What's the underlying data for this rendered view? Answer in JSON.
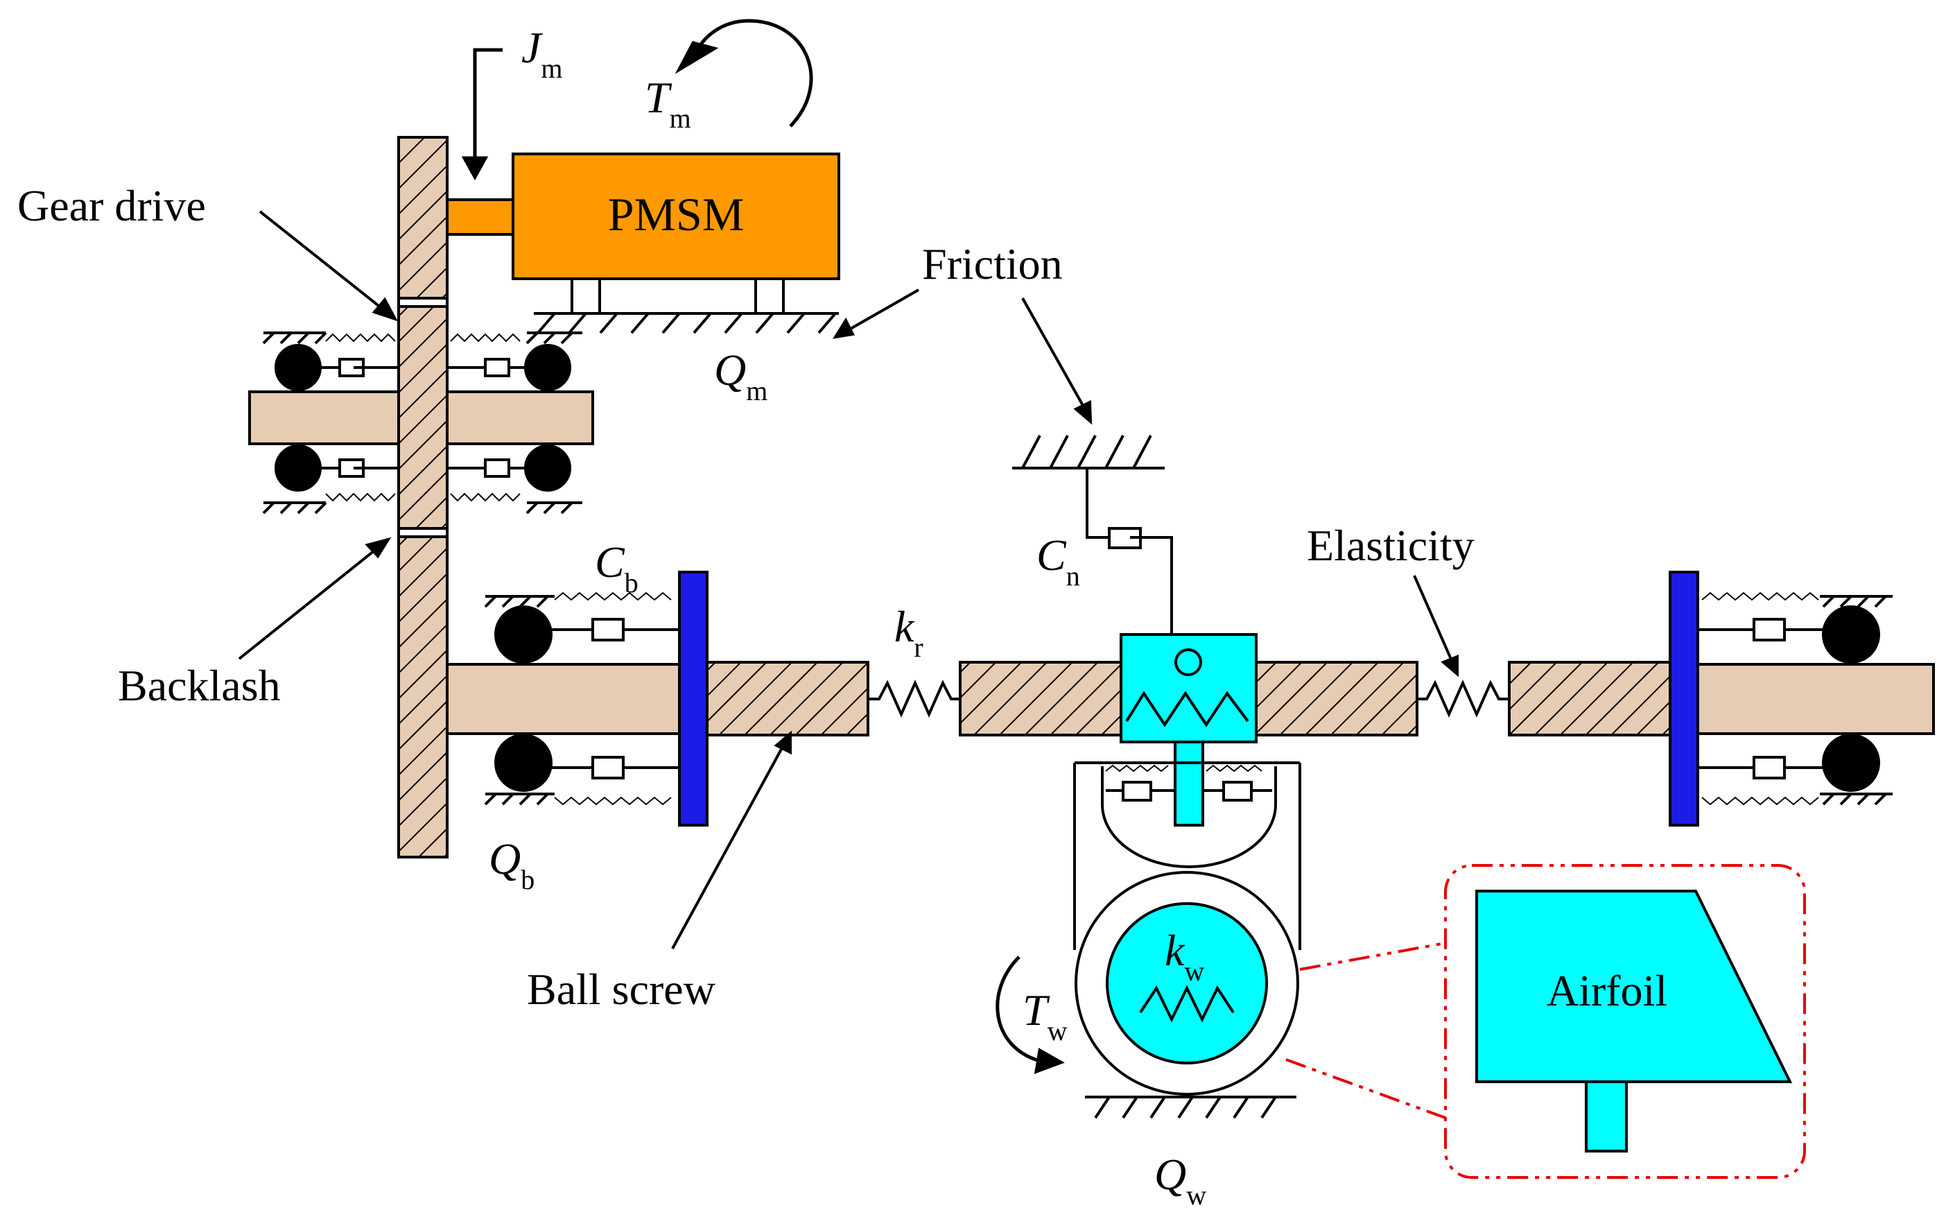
{
  "labels": {
    "gear_drive": "Gear drive",
    "backlash": "Backlash",
    "friction": "Friction",
    "elasticity": "Elasticity",
    "ball_screw": "Ball screw",
    "pmsm": "PMSM",
    "airfoil": "Airfoil"
  },
  "symbols": {
    "jm": {
      "main": "J",
      "sub": "m"
    },
    "tm": {
      "main": "T",
      "sub": "m"
    },
    "qm": {
      "main": "Q",
      "sub": "m"
    },
    "cb": {
      "main": "C",
      "sub": "b"
    },
    "qb": {
      "main": "Q",
      "sub": "b"
    },
    "kr": {
      "main": "k",
      "sub": "r"
    },
    "cn": {
      "main": "C",
      "sub": "n"
    },
    "kw": {
      "main": "k",
      "sub": "w"
    },
    "tw": {
      "main": "T",
      "sub": "w"
    },
    "qw": {
      "main": "Q",
      "sub": "w"
    }
  },
  "colors": {
    "motor": "#FF9900",
    "shaft": "#E6CCB3",
    "flange": "#1C1CE6",
    "actuator": "#00FFFF",
    "zoom_frame": "#E60000",
    "ink": "#000000"
  }
}
